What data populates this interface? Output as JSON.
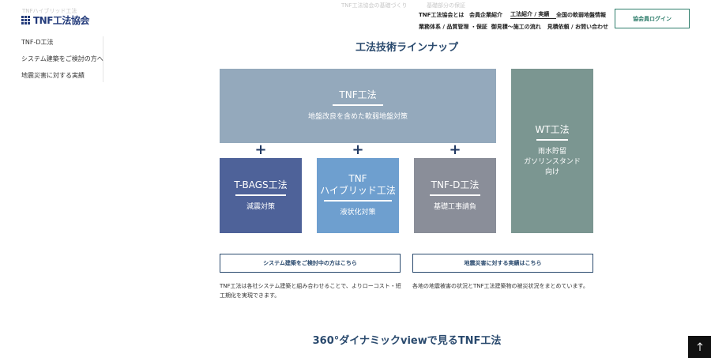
{
  "ghost": {
    "top_left": "TNFハイブリッド工法",
    "top_center_a": "TNF工法協会の基礎づくり",
    "top_center_b": "基礎部分の保証"
  },
  "logo": {
    "text": "TNF工法協会"
  },
  "sidebar": {
    "items": [
      {
        "label": "TNF-D工法"
      },
      {
        "label": "システム建築をご検討の方へ"
      },
      {
        "label": "地震災害に対する実績"
      }
    ]
  },
  "nav": {
    "row1": [
      {
        "label": "TNF工法協会とは"
      },
      {
        "label": "会員企業紹介"
      },
      {
        "label": "工法紹介 / 実績"
      },
      {
        "label": "全国の軟弱地盤情報"
      }
    ],
    "row2": [
      {
        "label": "業務体系 / 品質管理 ・保証"
      },
      {
        "label": "御見積～施工の流れ"
      },
      {
        "label": "見積依頼 / お問い合わせ"
      }
    ],
    "login": "協会員ログイン"
  },
  "lineup": {
    "title": "工法技術ラインナップ",
    "tnf": {
      "title": "TNF工法",
      "subtitle": "地盤改良を含めた軟弱地盤対策"
    },
    "wt": {
      "title": "WT工法",
      "subtitle": "雨水貯留\nガソリンスタンド\n向け"
    },
    "tbags": {
      "title": "T-BAGS工法",
      "subtitle": "減震対策"
    },
    "hybrid": {
      "title": "TNF\nハイブリッド工法",
      "subtitle": "液状化対策"
    },
    "tnfd": {
      "title": "TNF-D工法",
      "subtitle": "基礎工事請負"
    },
    "plus": "+"
  },
  "links": {
    "system": "システム建築をご検討中の方はこちら",
    "earthquake": "地震災害に対する実績はこちら"
  },
  "descriptions": {
    "system": "TNF工法は各社システム建築と組み合わせることで、よりローコスト・短工期化を実現できます。",
    "earthquake": "各地の地震被害の状況とTNF工法建築物の被災状況をまとめています。"
  },
  "section2": {
    "title": "360°ダイナミックviewで見るTNF工法"
  },
  "icons": {
    "back_to_top": "arrow-up-icon",
    "logo": "grid-logo-icon"
  },
  "colors": {
    "tnf_panel": "#94a9bc",
    "wt_panel": "#7b9691",
    "tbags_panel": "#4e6299",
    "hybrid_panel": "#6e9fcf",
    "tnfd_panel": "#8a8e99",
    "brand_navy": "#223a7a",
    "login_green": "#2e7d6b"
  }
}
